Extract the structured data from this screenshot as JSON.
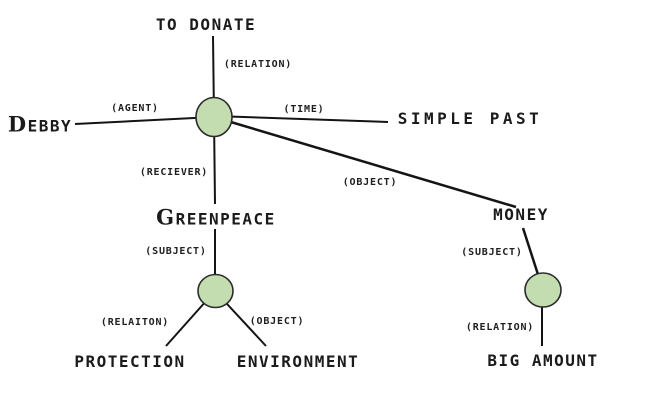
{
  "diagram": {
    "kind": "semantic-network",
    "colors": {
      "background": "#ffffff",
      "node_fill": "#c3dcb0",
      "node_stroke": "#2b2b2b",
      "edge": "#141414",
      "text": "#1b1b1b"
    },
    "concepts": {
      "to_donate": "TO DONATE",
      "debby": "DEBBY",
      "simple_past": "SIMPLE PAST",
      "greenpeace": "GREENPEACE",
      "money": "MONEY",
      "protection": "PROTECTION",
      "environment": "ENVIRONMENT",
      "big_amount": "BIG AMOUNT"
    },
    "edge_labels": {
      "relation_top": "(RELATION)",
      "agent": "(AGENT)",
      "time": "(TIME)",
      "reciever": "(RECIEVER)",
      "object_main": "(OBJECT)",
      "subject_left": "(SUBJECT)",
      "relaiton_bottom": "(RELAITON)",
      "object_bottom": "(OBJECT)",
      "subject_right": "(SUBJECT)",
      "relation_bottom": "(RELATION)"
    }
  }
}
